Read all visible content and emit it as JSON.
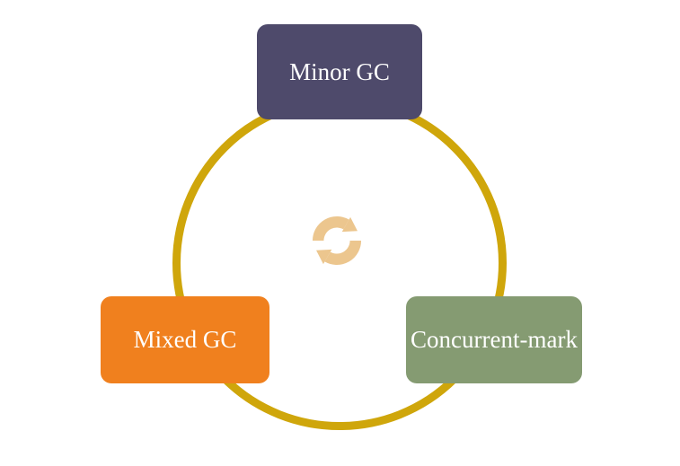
{
  "diagram": {
    "type": "cycle",
    "nodes": [
      {
        "label": "Minor GC",
        "color": "#4E4A6B",
        "position": "top"
      },
      {
        "label": "Mixed GC",
        "color": "#F0801E",
        "position": "bottom-left"
      },
      {
        "label": "Concurrent-mark",
        "color": "#859B72",
        "position": "bottom-right"
      }
    ],
    "ring_color": "#CFA60B",
    "icon": {
      "name": "cycle-arrows-icon",
      "color": "#ECC68E"
    },
    "text_color": "#FFFFFF",
    "background": "#FFFFFF"
  }
}
